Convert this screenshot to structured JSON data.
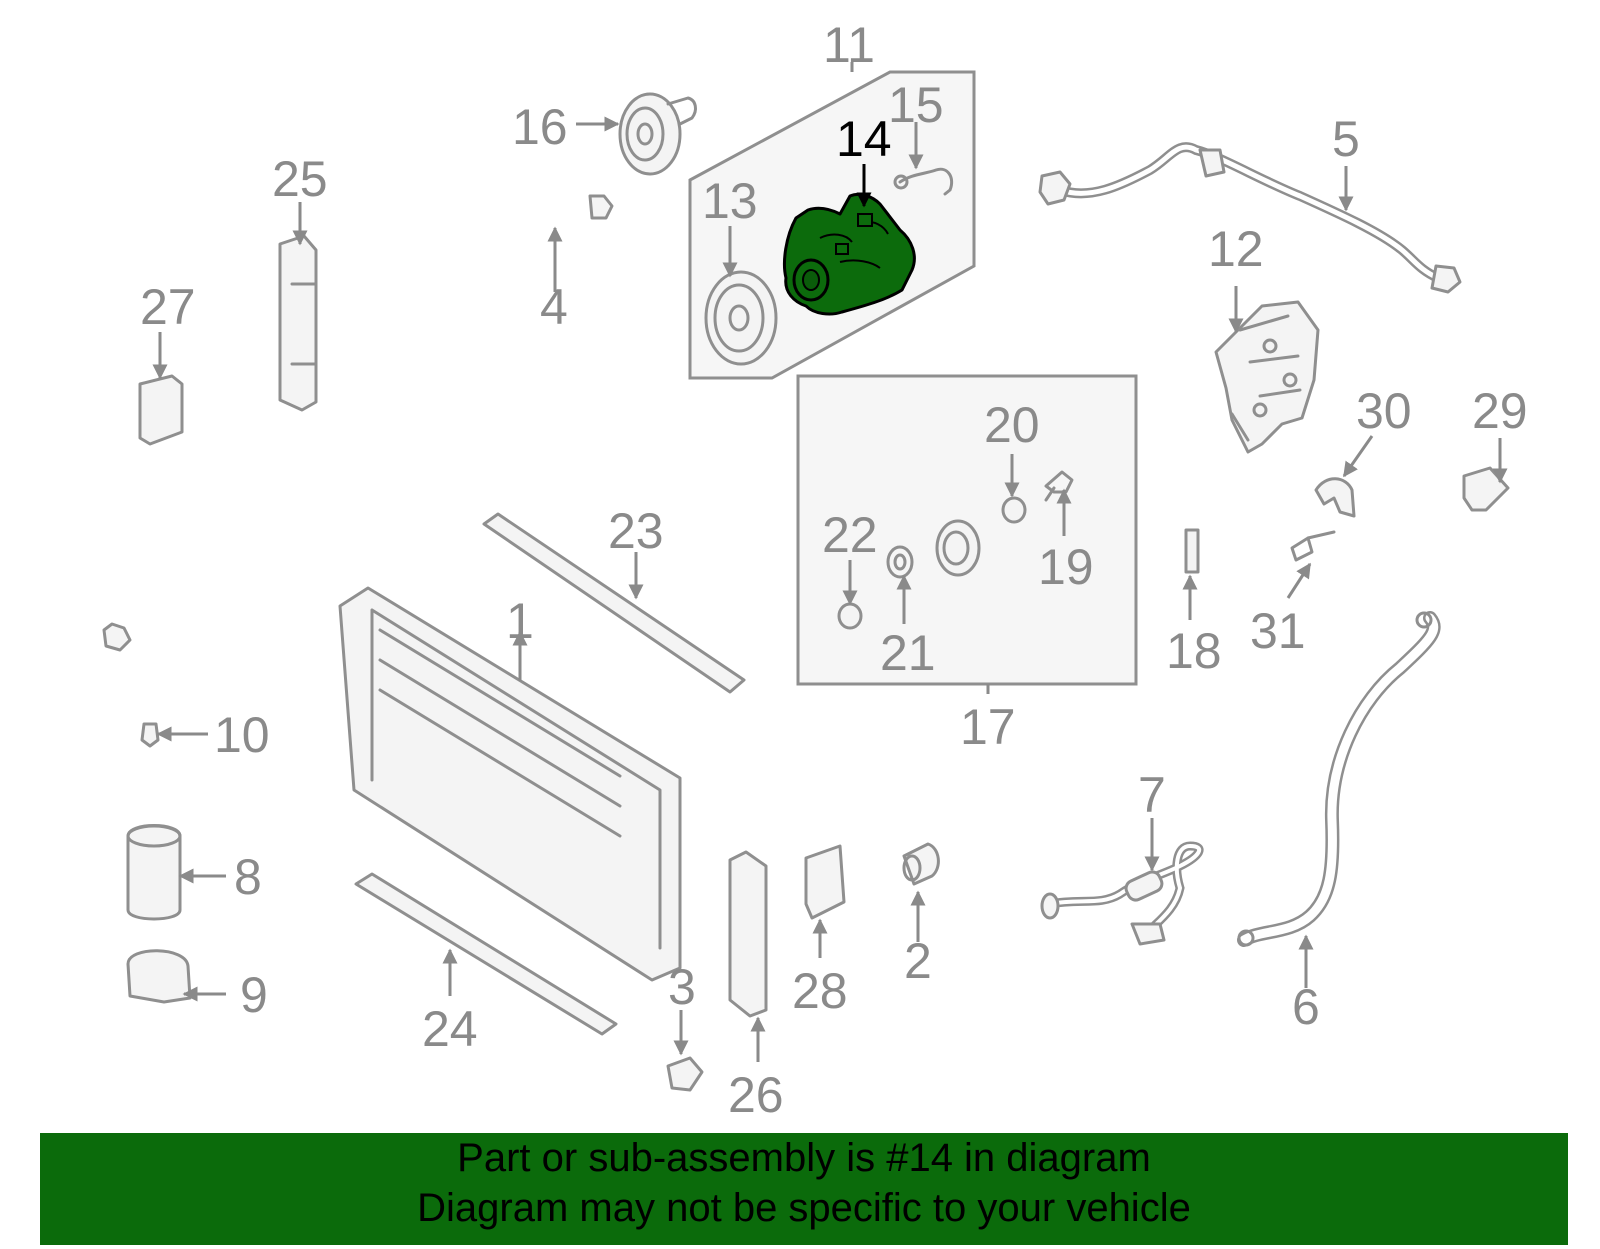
{
  "callouts": [
    "1",
    "2",
    "3",
    "4",
    "5",
    "6",
    "7",
    "8",
    "9",
    "10",
    "11",
    "12",
    "13",
    "14",
    "15",
    "16",
    "17",
    "18",
    "19",
    "20",
    "21",
    "22",
    "23",
    "24",
    "25",
    "26",
    "27",
    "28",
    "29",
    "30",
    "31"
  ],
  "highlighted_part": "14",
  "banner": {
    "line1": "Part or sub-assembly is #14 in diagram",
    "line2": "Diagram may not be specific to your vehicle"
  },
  "colors": {
    "banner_bg": "#0b6b0b",
    "highlight_fill": "#0c6b0c",
    "part_stroke": "#8f8f8f",
    "label_text": "#8a8a8a"
  }
}
